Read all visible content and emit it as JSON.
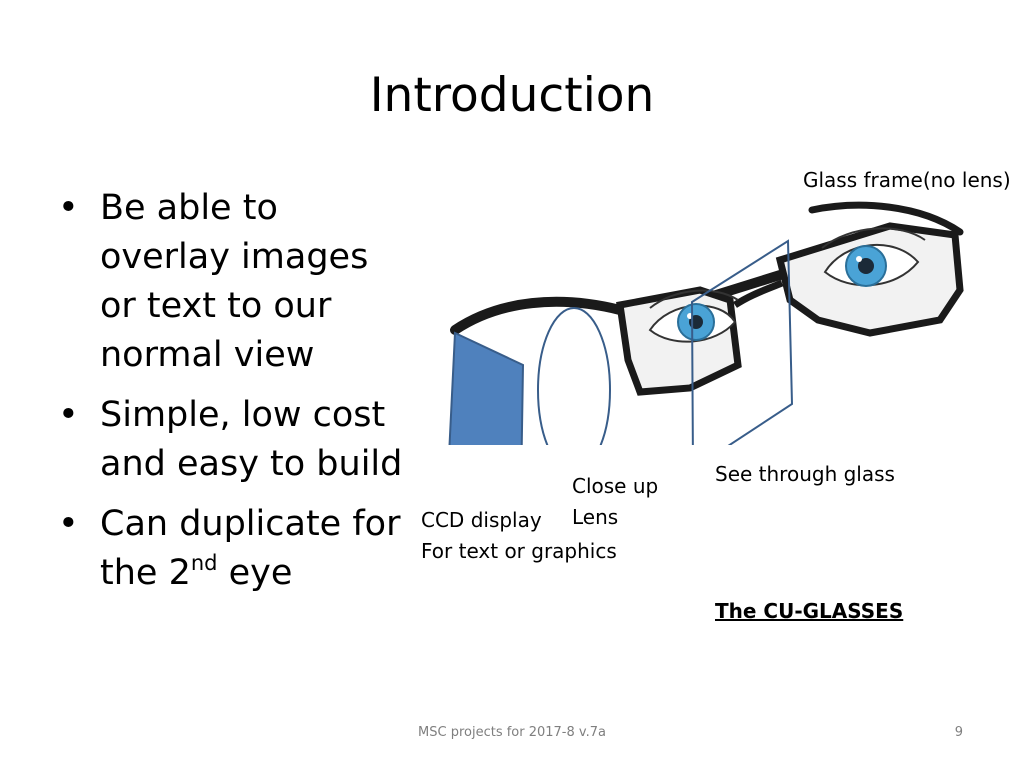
{
  "slide": {
    "title": "Introduction",
    "bullets": [
      {
        "text": "Be able to overlay images or text to our normal view"
      },
      {
        "text": "Simple, low cost and easy to build"
      },
      {
        "text_before": "Can duplicate for the 2",
        "sup": "nd",
        "text_after": " eye"
      }
    ]
  },
  "diagram": {
    "labels": {
      "glass_frame": "Glass frame(no lens)",
      "see_through": "See through glass",
      "close_up_line1": "Close up",
      "close_up_line2": "Lens",
      "ccd_line1": "CCD display",
      "ccd_line2": "For text or graphics",
      "caption": "The CU-GLASSES"
    },
    "colors": {
      "ccd_fill": "#4f81bd",
      "outline": "#385d8a",
      "frame": "#1a1a1a",
      "iris": "#4aa3d6"
    }
  },
  "footer": {
    "text": "MSC projects for 2017-8 v.7a",
    "page_number": "9"
  }
}
